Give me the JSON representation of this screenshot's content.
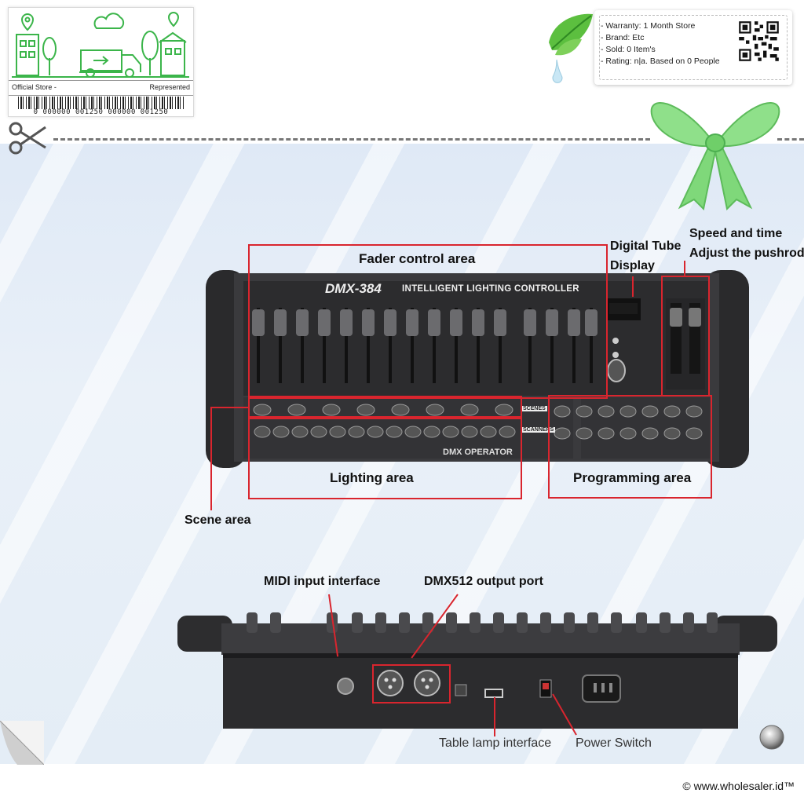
{
  "store_badge": {
    "left_label": "Official Store -",
    "right_label": "Represented",
    "barcode_number": "0 000000 001250 000000 001250"
  },
  "info_card": {
    "lines": [
      "- Warranty: 1 Month Store",
      "- Brand: Etc",
      "- Sold: 0 Item's",
      "- Rating: n|a. Based on 0 People"
    ]
  },
  "device": {
    "brand": "DMX-384",
    "title": "INTELLIGENT LIGHTING CONTROLLER",
    "operator_label": "DMX OPERATOR",
    "scenes_tag": "SCENES",
    "scanners_tag": "SCANNERS"
  },
  "callouts": {
    "fader_control": "Fader control area",
    "digital_tube_1": "Digital Tube",
    "digital_tube_2": "Display",
    "speed_time_1": "Speed and time",
    "speed_time_2": "Adjust the pushrod",
    "lighting_area": "Lighting area",
    "programming_area": "Programming area",
    "scene_area": "Scene area",
    "midi_input": "MIDI input interface",
    "dmx512_output": "DMX512 output port",
    "table_lamp": "Table lamp interface",
    "power_switch": "Power Switch"
  },
  "footer": {
    "copyright": "© www.wholesaler.id™"
  },
  "colors": {
    "accent_red": "#d9252e",
    "panel_blue": "#e4edf6",
    "device_dark": "#2b2b2d",
    "leaf_green": "#4caf50"
  },
  "icons": [
    "scissors-icon",
    "green-bow-icon",
    "leaf-drop-icon",
    "qr-code-icon",
    "store-illustration-icon",
    "page-curl-icon",
    "metal-button-icon"
  ]
}
